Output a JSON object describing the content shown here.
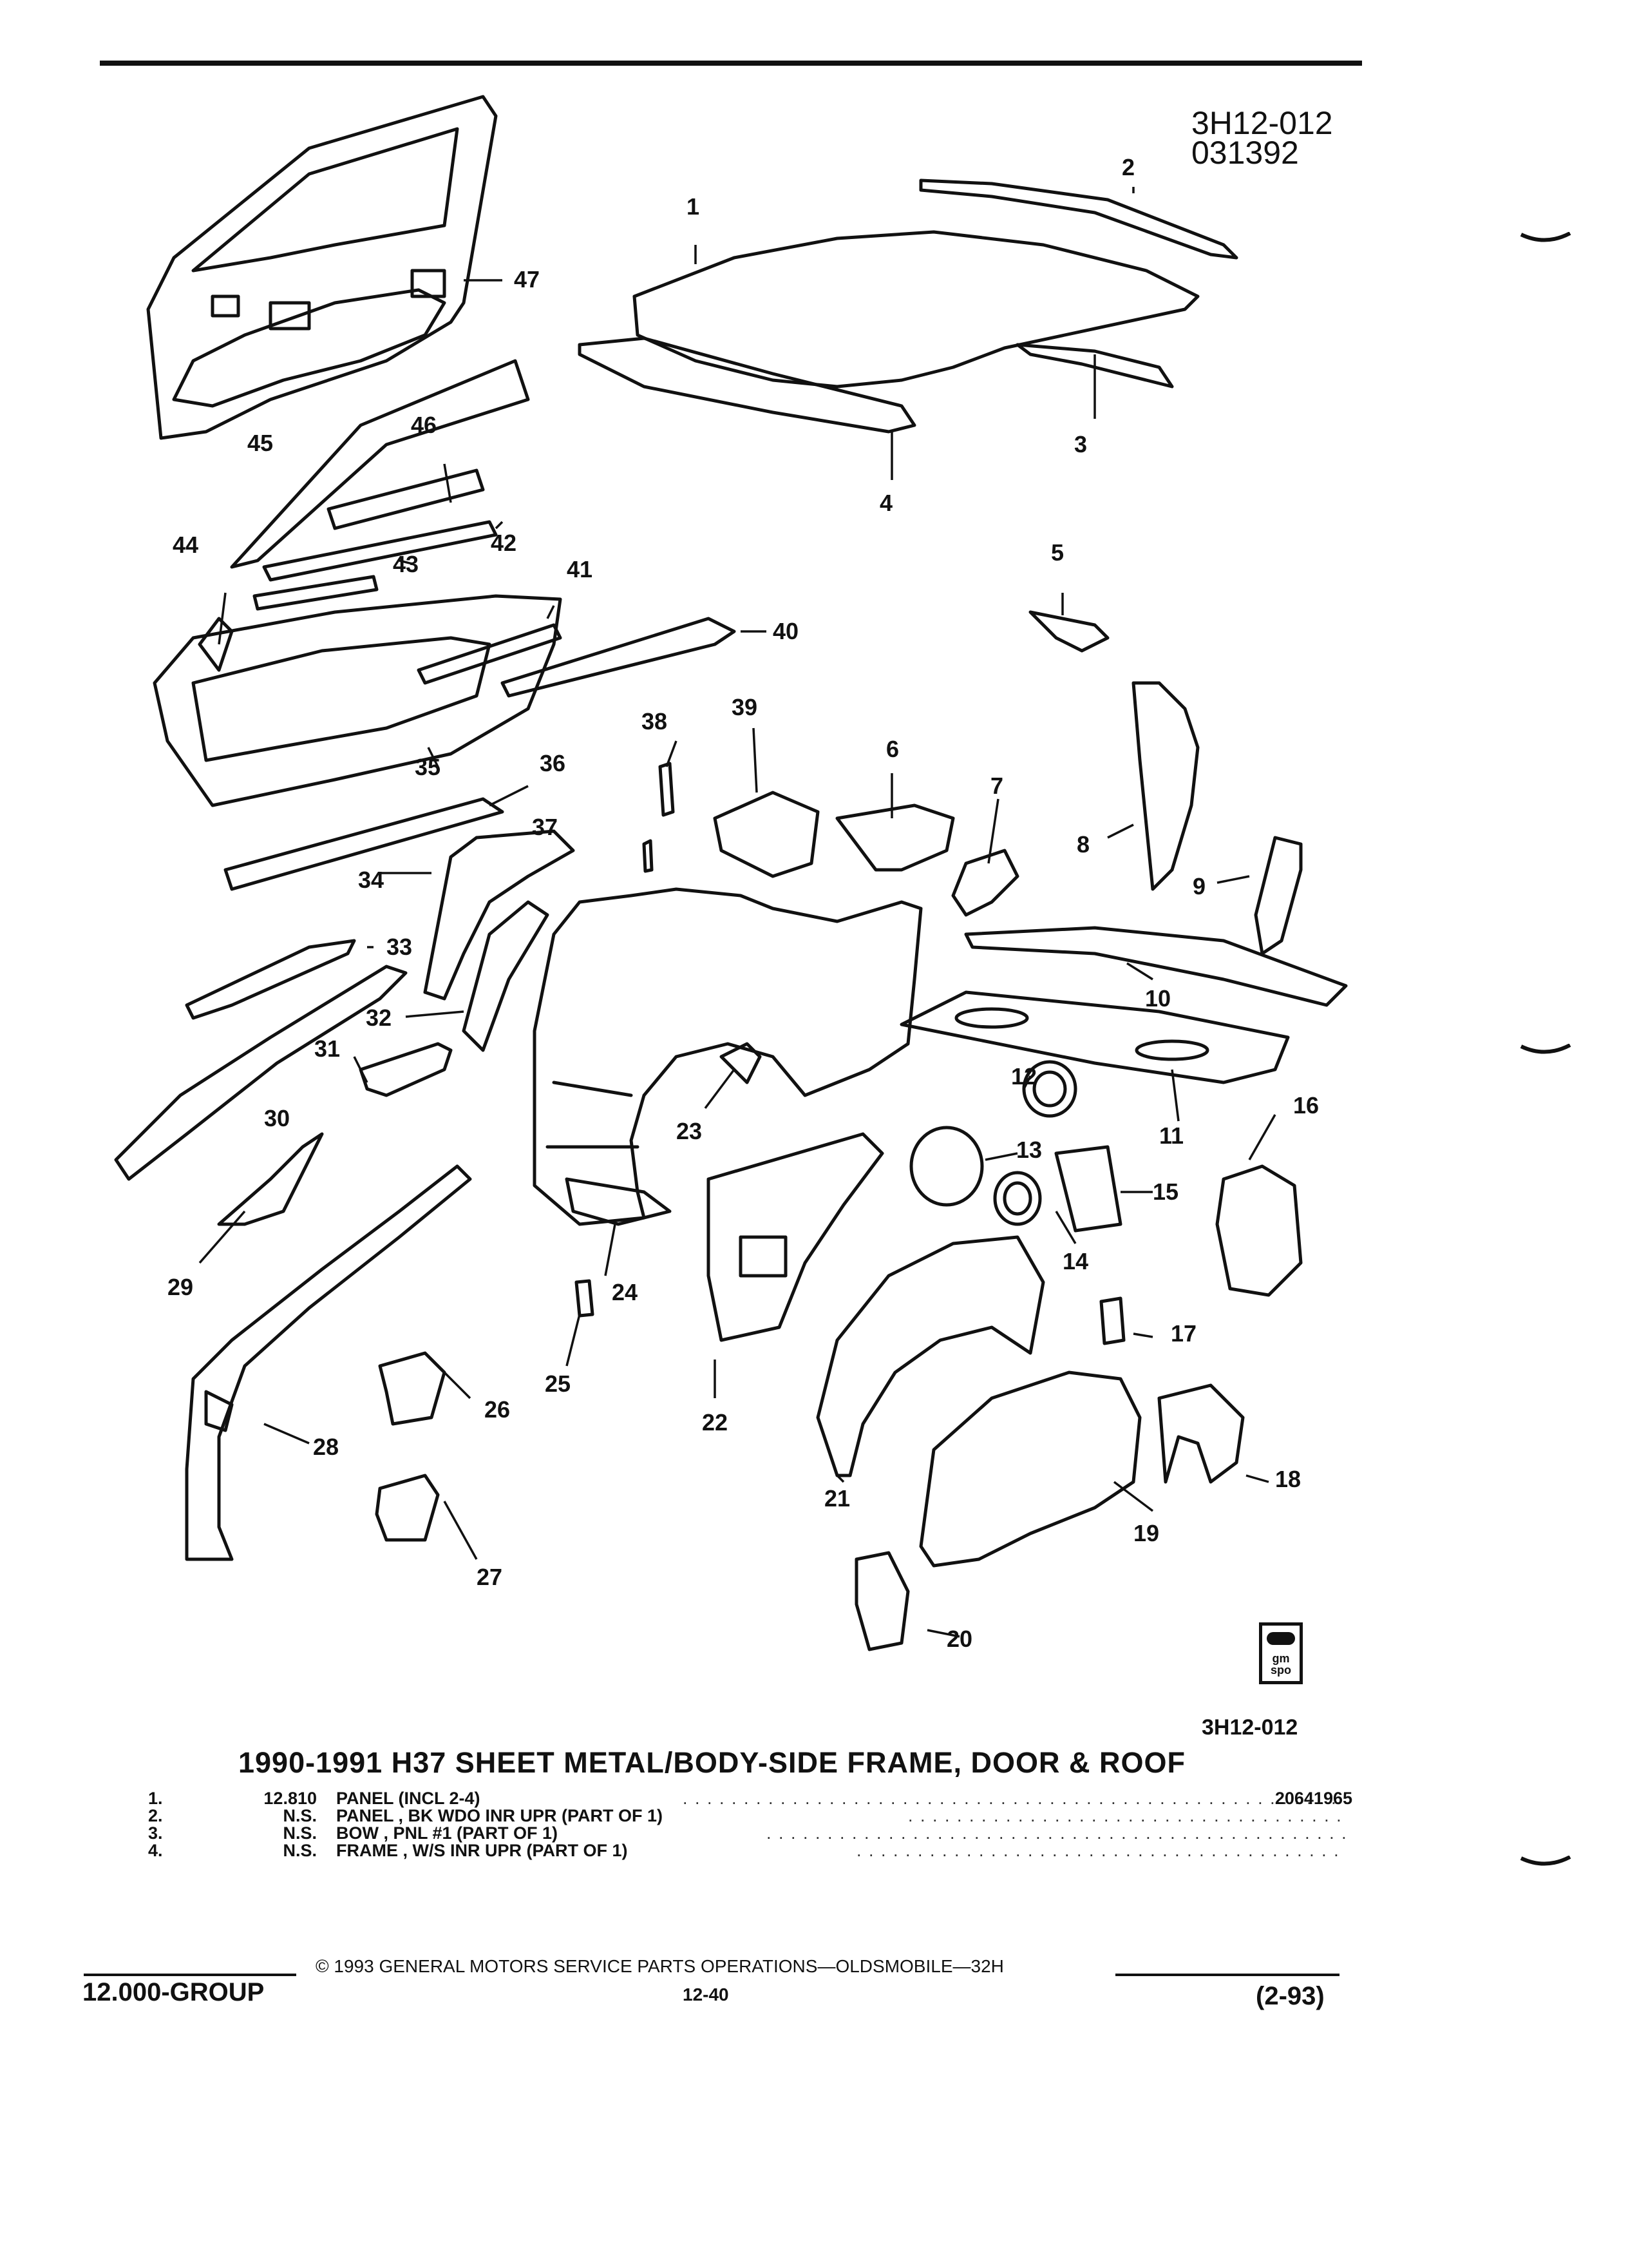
{
  "header": {
    "illustration_code": "3H12-012",
    "date_code": "031392"
  },
  "callouts": [
    "1",
    "2",
    "3",
    "4",
    "5",
    "6",
    "7",
    "8",
    "9",
    "10",
    "11",
    "12",
    "13",
    "14",
    "15",
    "16",
    "17",
    "18",
    "19",
    "20",
    "21",
    "22",
    "23",
    "24",
    "25",
    "26",
    "27",
    "28",
    "29",
    "30",
    "31",
    "32",
    "33",
    "34",
    "35",
    "36",
    "37",
    "38",
    "39",
    "40",
    "41",
    "42",
    "43",
    "44",
    "45",
    "46",
    "47"
  ],
  "logo": {
    "text": "gm spo"
  },
  "caption_code": "3H12-012",
  "section_title": "1990-1991 H37 SHEET METAL/BODY-SIDE FRAME, DOOR & ROOF",
  "parts": [
    {
      "num": "1.",
      "code": "12.810",
      "desc": "PANEL (INCL 2-4)",
      "part_no": "20641965"
    },
    {
      "num": "2.",
      "code": "N.S.",
      "desc": "PANEL , BK WDO INR UPR (PART OF 1)",
      "part_no": ""
    },
    {
      "num": "3.",
      "code": "N.S.",
      "desc": "BOW , PNL #1 (PART OF 1)",
      "part_no": ""
    },
    {
      "num": "4.",
      "code": "N.S.",
      "desc": "FRAME , W/S INR UPR (PART OF 1)",
      "part_no": ""
    }
  ],
  "footer": {
    "copyright": "© 1993 GENERAL MOTORS SERVICE PARTS OPERATIONS—OLDSMOBILE—32H",
    "group": "12.000-GROUP",
    "page": "12-40",
    "date": "(2-93)"
  }
}
